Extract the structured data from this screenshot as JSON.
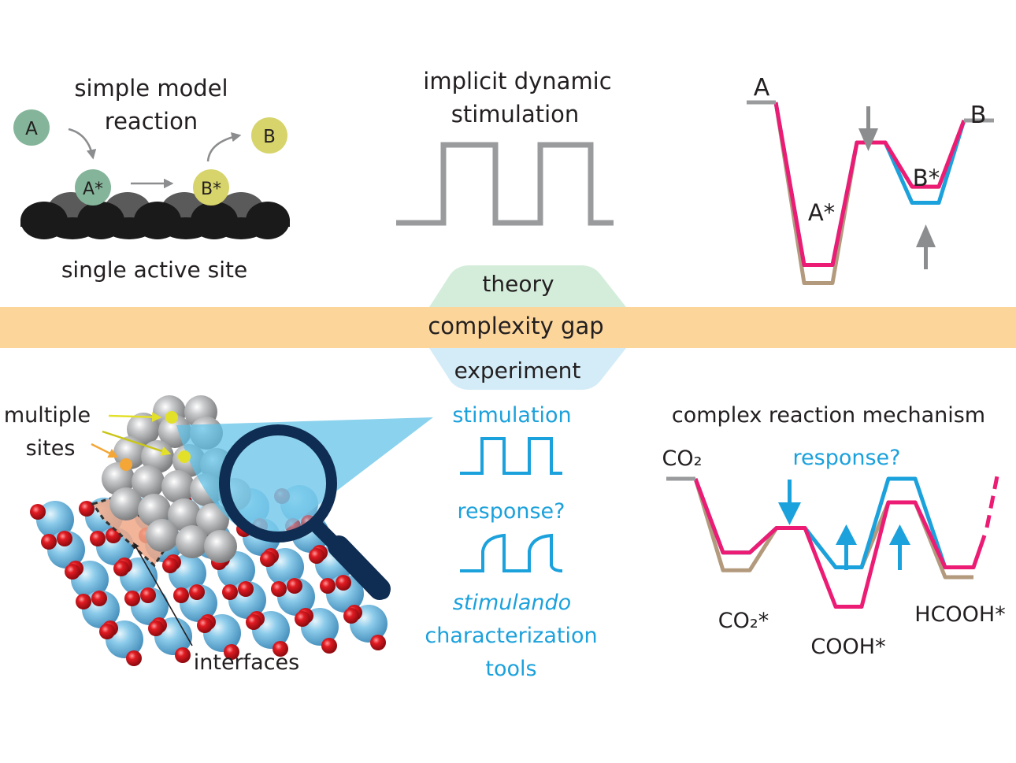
{
  "colors": {
    "background": "#ffffff",
    "text_dark": "#231f20",
    "accent_blue": "#1ba1dc",
    "gray_line": "#9a9b9d",
    "arrow_gray": "#8c8d8f",
    "magenta": "#ec1c74",
    "tan": "#b39a7d",
    "purple_blend": "#7b5cb8",
    "gap_band": "#fcd59b",
    "theory_fill": "#d4edda",
    "experiment_fill": "#d3ecf7",
    "species_A": "#84b59a",
    "species_B": "#d7d46b",
    "surface_dark": "#1a1a1a",
    "surface_gray": "#5a5a5a",
    "magnifier": "#0f2d52",
    "zoom_beam": "#5ec1e8",
    "oxide_metal": "#7fc4e6",
    "oxygen": "#d8121c",
    "metal_gray": "#b5b6b8",
    "site_yellow": "#e3e02a",
    "site_orange": "#f4a636",
    "interface_fill": "#f0a888"
  },
  "top_left": {
    "title_line1": "simple model",
    "title_line2": "reaction",
    "caption": "single active site",
    "species": {
      "gas_A": "A",
      "adsorbed_A": "A*",
      "adsorbed_B": "B*",
      "gas_B": "B"
    }
  },
  "top_center": {
    "title_line1": "implicit dynamic",
    "title_line2": "stimulation",
    "waveform": "square",
    "pulses": 2
  },
  "top_right": {
    "labels": {
      "initial": "A",
      "intermediate_1": "A*",
      "intermediate_2": "B*",
      "final": "B"
    },
    "energy_profile": {
      "levels": [
        "A",
        "A*",
        "TS",
        "B*",
        "B"
      ],
      "series": [
        {
          "name": "tan",
          "values": [
            0.0,
            -0.9,
            -0.2,
            -0.42,
            -0.09
          ]
        },
        {
          "name": "magenta",
          "values": [
            0.0,
            -0.81,
            -0.2,
            -0.42,
            -0.09
          ]
        },
        {
          "name": "blue",
          "values": [
            0.0,
            -0.81,
            -0.2,
            -0.5,
            -0.09
          ]
        }
      ],
      "arrows": [
        {
          "at": "TS",
          "direction": "down"
        },
        {
          "at": "B*",
          "direction": "up"
        }
      ]
    }
  },
  "center": {
    "theory": "theory",
    "gap": "complexity gap",
    "experiment": "experiment"
  },
  "bottom_left": {
    "label_sites_line1": "multiple",
    "label_sites_line2": "sites",
    "label_interfaces": "interfaces"
  },
  "bottom_center": {
    "stimulation": "stimulation",
    "response": "response?",
    "tools_italic": "stimulando",
    "tools_line2": "characterization",
    "tools_line3": "tools"
  },
  "bottom_right": {
    "title": "complex reaction mechanism",
    "response_label": "response?",
    "labels": {
      "start": "CO₂",
      "s1": "CO₂*",
      "s2": "COOH*",
      "s3": "HCOOH*"
    },
    "energy_profile": {
      "levels": [
        "CO2",
        "CO2*",
        "TS1",
        "COOH*",
        "TS2",
        "HCOOH*",
        "next"
      ],
      "series": [
        {
          "name": "tan",
          "values": [
            0.0,
            -0.93,
            -0.5,
            -0.9,
            -0.24,
            -1.0,
            -0.05
          ]
        },
        {
          "name": "magenta",
          "values": [
            0.0,
            -0.75,
            -0.5,
            -1.3,
            -0.24,
            -0.9,
            -0.05
          ]
        },
        {
          "name": "blue",
          "values": [
            0.0,
            -0.75,
            -0.5,
            -0.9,
            0.0,
            -0.9,
            null
          ]
        }
      ],
      "arrows": [
        {
          "at": "TS1",
          "direction": "down"
        },
        {
          "at": "COOH*",
          "direction": "up"
        },
        {
          "at": "TS2",
          "direction": "up"
        }
      ]
    }
  }
}
